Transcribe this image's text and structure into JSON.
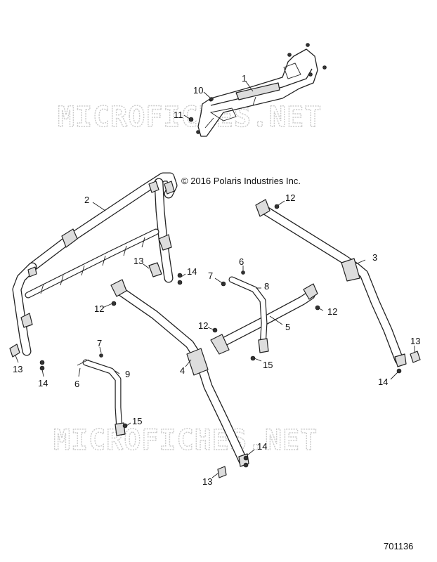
{
  "watermarks": [
    "MICROFICHES.NET",
    "MICROFICHES.NET"
  ],
  "copyright": "© 2016 Polaris Industries Inc.",
  "figure_number": "701136",
  "callouts": {
    "c1": "1",
    "c2": "2",
    "c3": "3",
    "c4": "4",
    "c5": "5",
    "c6a": "6",
    "c6b": "6",
    "c7a": "7",
    "c7b": "7",
    "c8": "8",
    "c9": "9",
    "c10": "10",
    "c11": "11",
    "c12a": "12",
    "c12b": "12",
    "c12c": "12",
    "c12d": "12",
    "c13a": "13",
    "c13b": "13",
    "c13c": "13",
    "c13d": "13",
    "c14a": "14",
    "c14b": "14",
    "c14c": "14",
    "c14d": "14",
    "c15a": "15",
    "c15b": "15"
  }
}
